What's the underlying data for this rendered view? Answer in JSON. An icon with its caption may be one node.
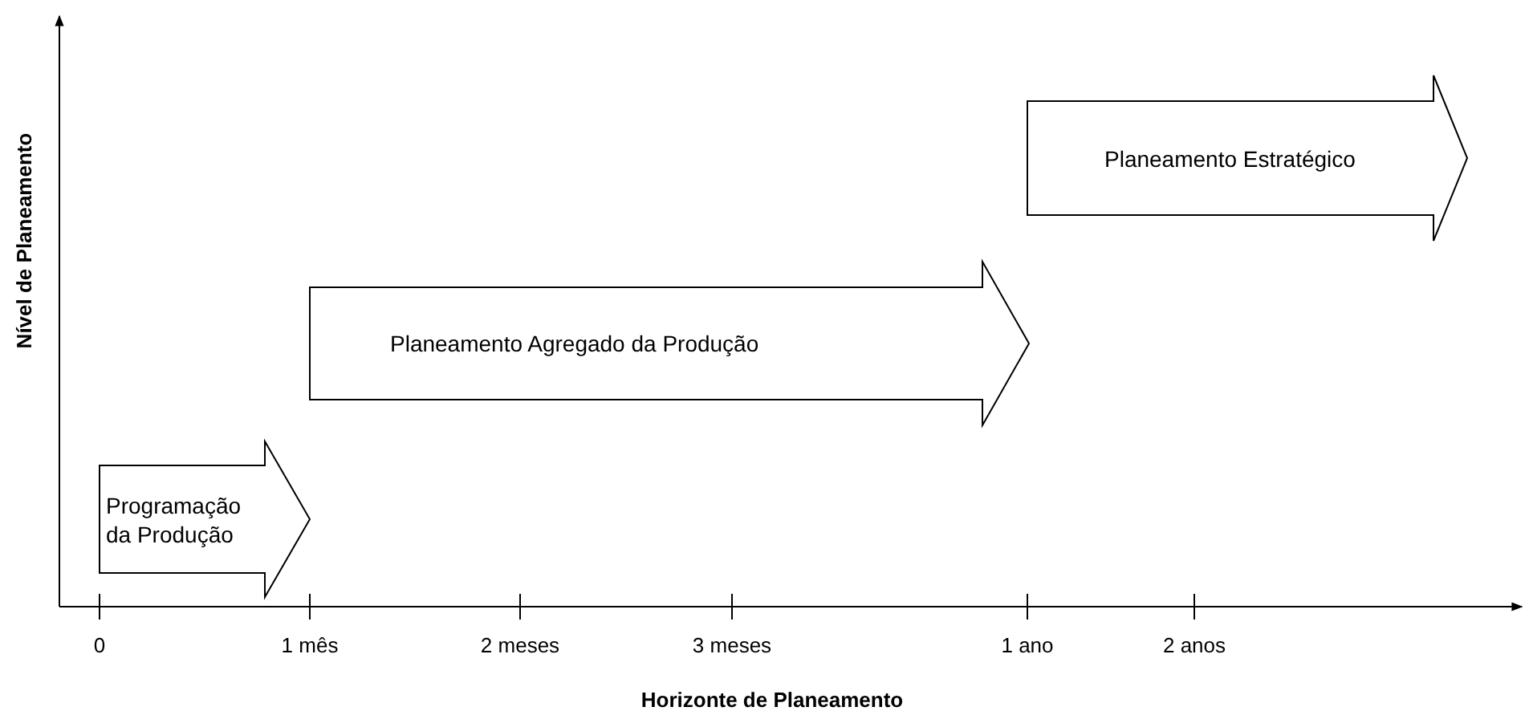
{
  "diagram": {
    "nodes": [
      {
        "text": [
          "Programação da Produção"
        ]
      },
      {
        "text": [
          "Planeamento Agregado da Produção"
        ]
      },
      {
        "text": [
          "Planeamento Estratégico"
        ]
      }
    ],
    "labels": [
      "Nível de Planeamento",
      "0",
      "1 mês",
      "2 meses",
      "3 meses",
      "1 ano",
      "2 anos",
      "Horizonte de Planeamento"
    ]
  }
}
